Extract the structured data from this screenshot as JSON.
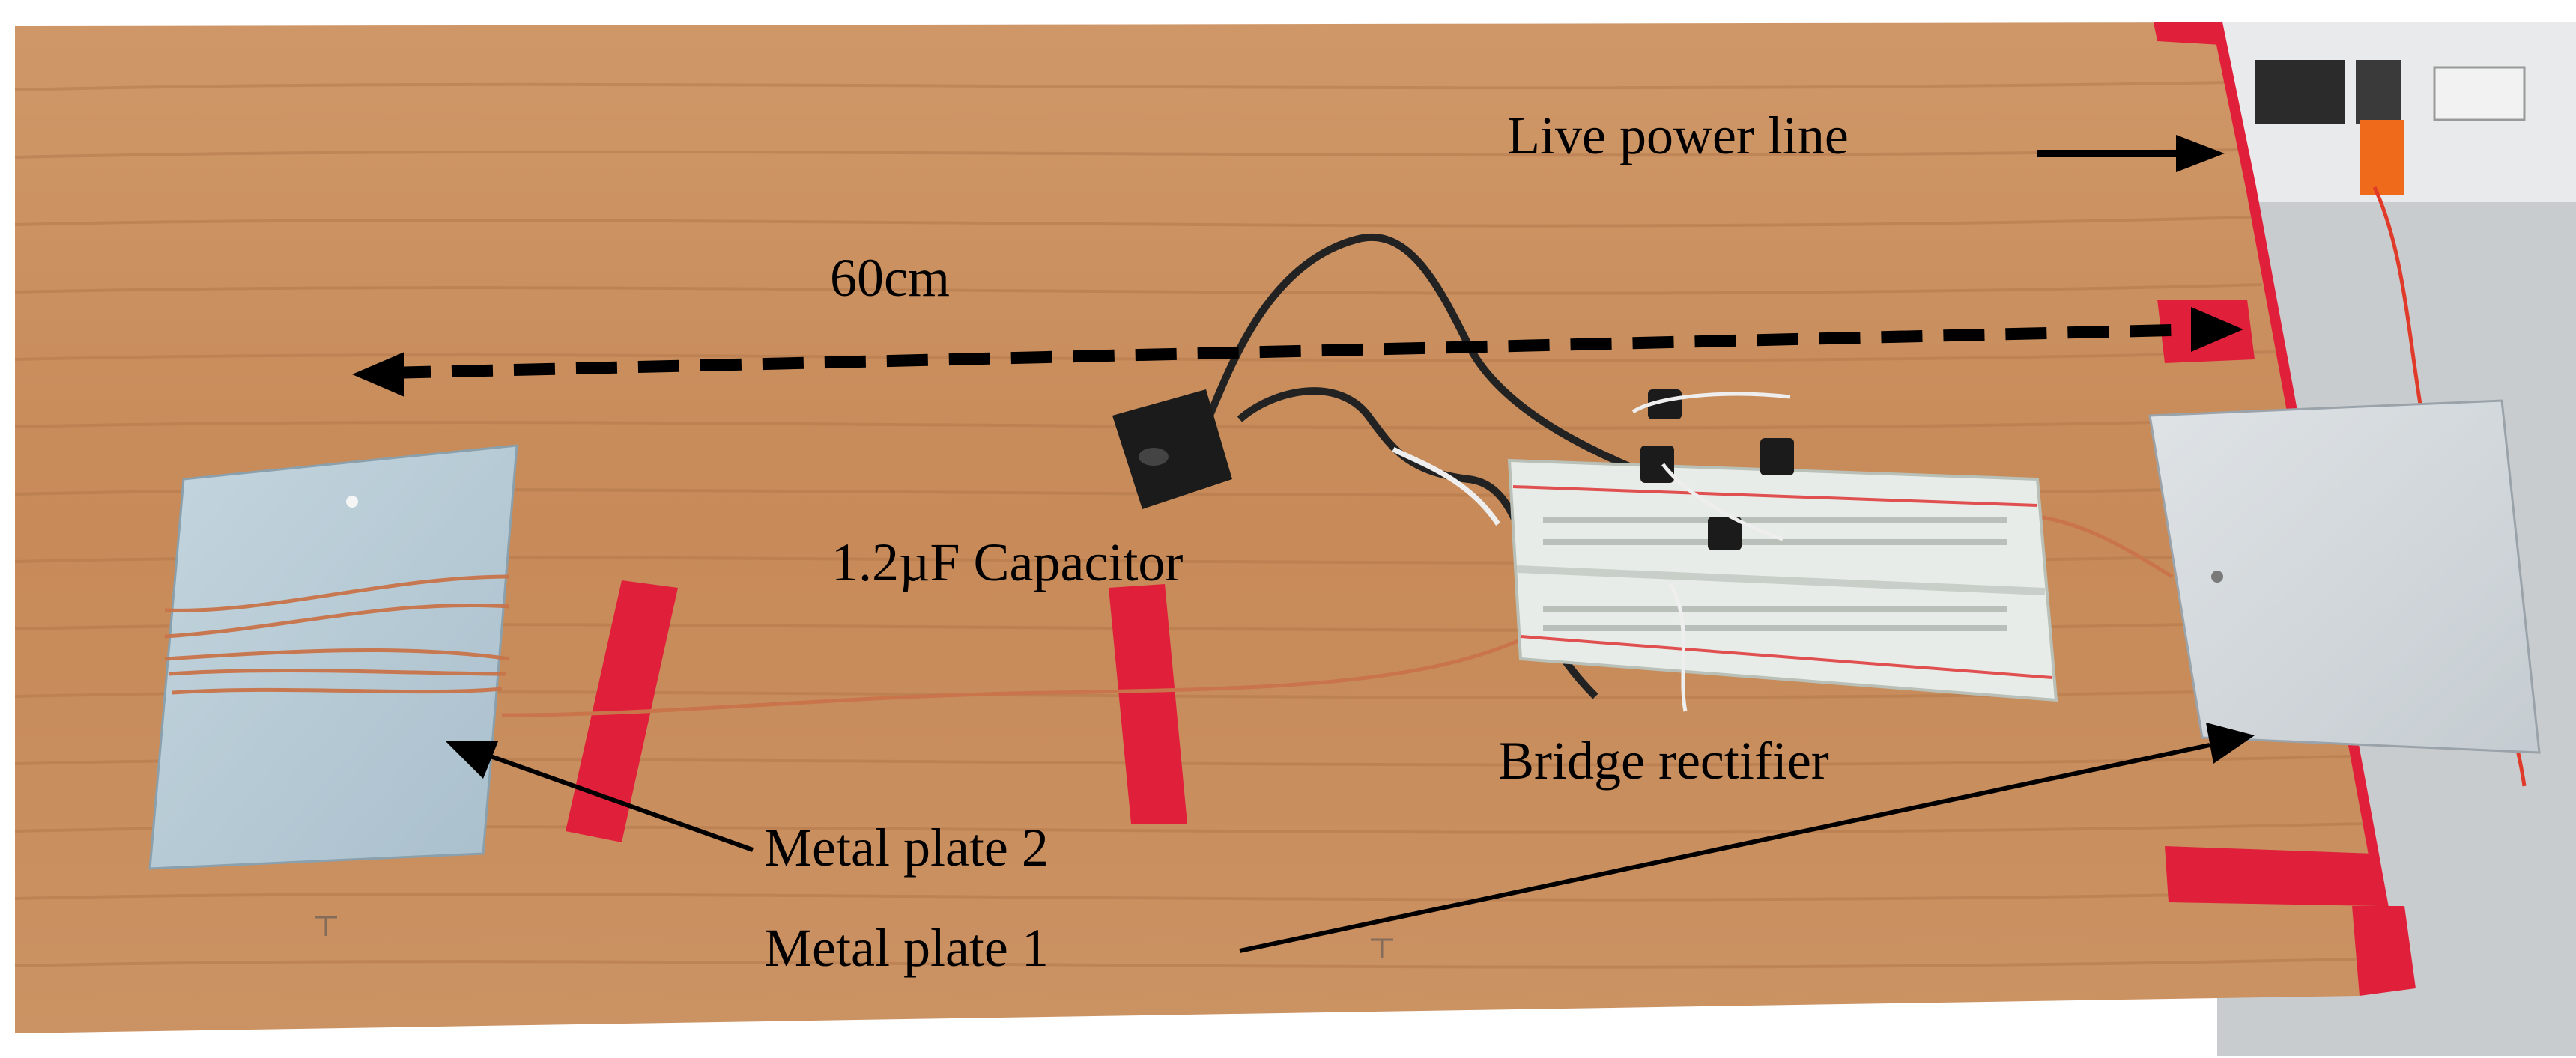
{
  "photo": {
    "subject": "wooden-table-experiment-setup",
    "colors": {
      "wood": "#c98d5c",
      "wood_grain": "#b07448",
      "metal_plate": "#b9cbd6",
      "tape": "#e0203a",
      "breadboard": "#e8ece8",
      "wire_copper": "#c9744a",
      "wall": "#e6e8ea",
      "arrow": "#000000"
    },
    "icons": {
      "arrow": "black-arrow-icon",
      "dimension": "dashed-double-arrow-icon"
    }
  },
  "annotations": {
    "live_power_line": "Live power line",
    "distance": "60cm",
    "capacitor": "1.2µF Capacitor",
    "bridge_rectifier": "Bridge rectifier",
    "metal_plate_2": "Metal plate 2",
    "metal_plate_1": "Metal plate 1"
  }
}
